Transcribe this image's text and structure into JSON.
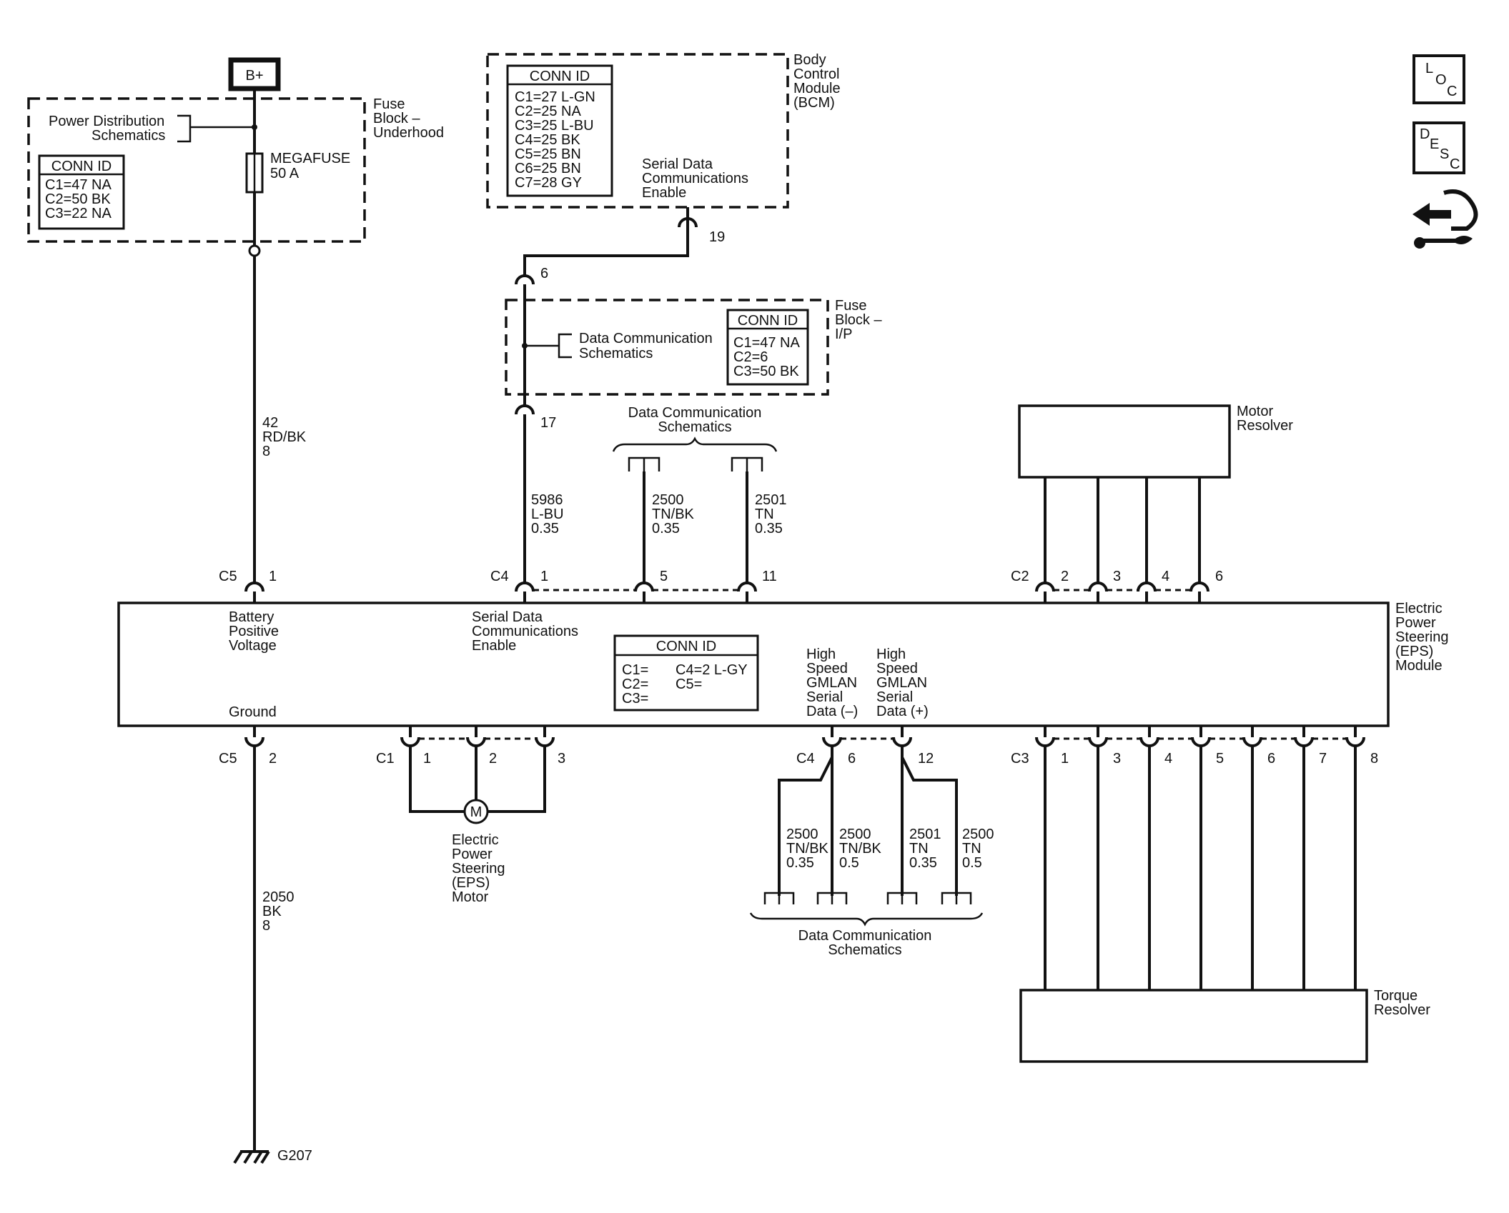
{
  "top": {
    "bplus": "B+",
    "fuse_underhood": [
      "Fuse",
      "Block –",
      "Underhood"
    ],
    "power_dist": [
      "Power Distribution",
      "Schematics"
    ],
    "megafuse": [
      "MEGAFUSE",
      "50 A"
    ],
    "conn_underhood": [
      "CONN ID",
      "C1=47 NA",
      "C2=50 BK",
      "C3=22 NA"
    ],
    "wire_b_plus": [
      "42",
      "RD/BK",
      "8"
    ]
  },
  "bcm": {
    "title": [
      "Body",
      "Control",
      "Module",
      "(BCM)"
    ],
    "conn": [
      "CONN ID",
      "C1=27 L-GN",
      "C2=25 NA",
      "C3=25 L-BU",
      "C4=25 BK",
      "C5=25 BN",
      "C6=25 BN",
      "C7=28 GY"
    ],
    "serial": [
      "Serial Data",
      "Communications",
      "Enable"
    ],
    "pin": "19"
  },
  "fuse_ip": {
    "title": [
      "Fuse",
      "Block –",
      "I/P"
    ],
    "pin_top": "6",
    "pin_bottom": "17",
    "data_comm": [
      "Data Communication",
      "Schematics"
    ],
    "conn": [
      "CONN ID",
      "C1=47 NA",
      "C2=6",
      "C3=50 BK"
    ],
    "wire": [
      "5986",
      "L-BU",
      "0.35"
    ]
  },
  "top_data_comm": [
    "Data Communication",
    "Schematics"
  ],
  "wire_2500_top": [
    "2500",
    "TN/BK",
    "0.35"
  ],
  "wire_2501_top": [
    "2501",
    "TN",
    "0.35"
  ],
  "motor_resolver": [
    "Motor",
    "Resolver"
  ],
  "eps": {
    "title": [
      "Electric",
      "Power",
      "Steering",
      "(EPS)",
      "Module"
    ],
    "battery": [
      "Battery",
      "Positive",
      "Voltage"
    ],
    "serial": [
      "Serial Data",
      "Communications",
      "Enable"
    ],
    "ground": "Ground",
    "conn": {
      "title": "CONN ID",
      "c1": "C1=",
      "c2": "C2=",
      "c3": "C3=",
      "c4": "C4=2 L-GY",
      "c5": "C5="
    },
    "hs_minus": [
      "High",
      "Speed",
      "GMLAN",
      "Serial",
      "Data (–)"
    ],
    "hs_plus": [
      "High",
      "Speed",
      "GMLAN",
      "Serial",
      "Data (+)"
    ]
  },
  "connectors": {
    "c5": "C5",
    "c4": "C4",
    "c2": "C2",
    "c1": "C1",
    "c3": "C3",
    "c5_top_pin": "1",
    "c4_top_pins": [
      "1",
      "5",
      "11"
    ],
    "c2_pins": [
      "2",
      "3",
      "4",
      "6"
    ],
    "c5_bot_pin": "2",
    "c1_pins": [
      "1",
      "2",
      "3"
    ],
    "c4_bot_pins": [
      "6",
      "12"
    ],
    "c3_pins": [
      "1",
      "3",
      "4",
      "5",
      "6",
      "7",
      "8"
    ]
  },
  "motor": {
    "symbol": "M",
    "label": [
      "Electric",
      "Power",
      "Steering",
      "(EPS)",
      "Motor"
    ]
  },
  "ground_wire": [
    "2050",
    "BK",
    "8"
  ],
  "ground_id": "G207",
  "bottom_wires": [
    [
      "2500",
      "TN/BK",
      "0.35"
    ],
    [
      "2500",
      "TN/BK",
      "0.5"
    ],
    [
      "2501",
      "TN",
      "0.35"
    ],
    [
      "2500",
      "TN",
      "0.5"
    ]
  ],
  "bottom_data_comm": [
    "Data Communication",
    "Schematics"
  ],
  "torque_resolver": [
    "Torque",
    "Resolver"
  ],
  "icons": {
    "loc": [
      "L",
      "O",
      "C"
    ],
    "desc": [
      "D",
      "E",
      "S",
      "C"
    ],
    "tool": "wrench-arrow-icon"
  }
}
